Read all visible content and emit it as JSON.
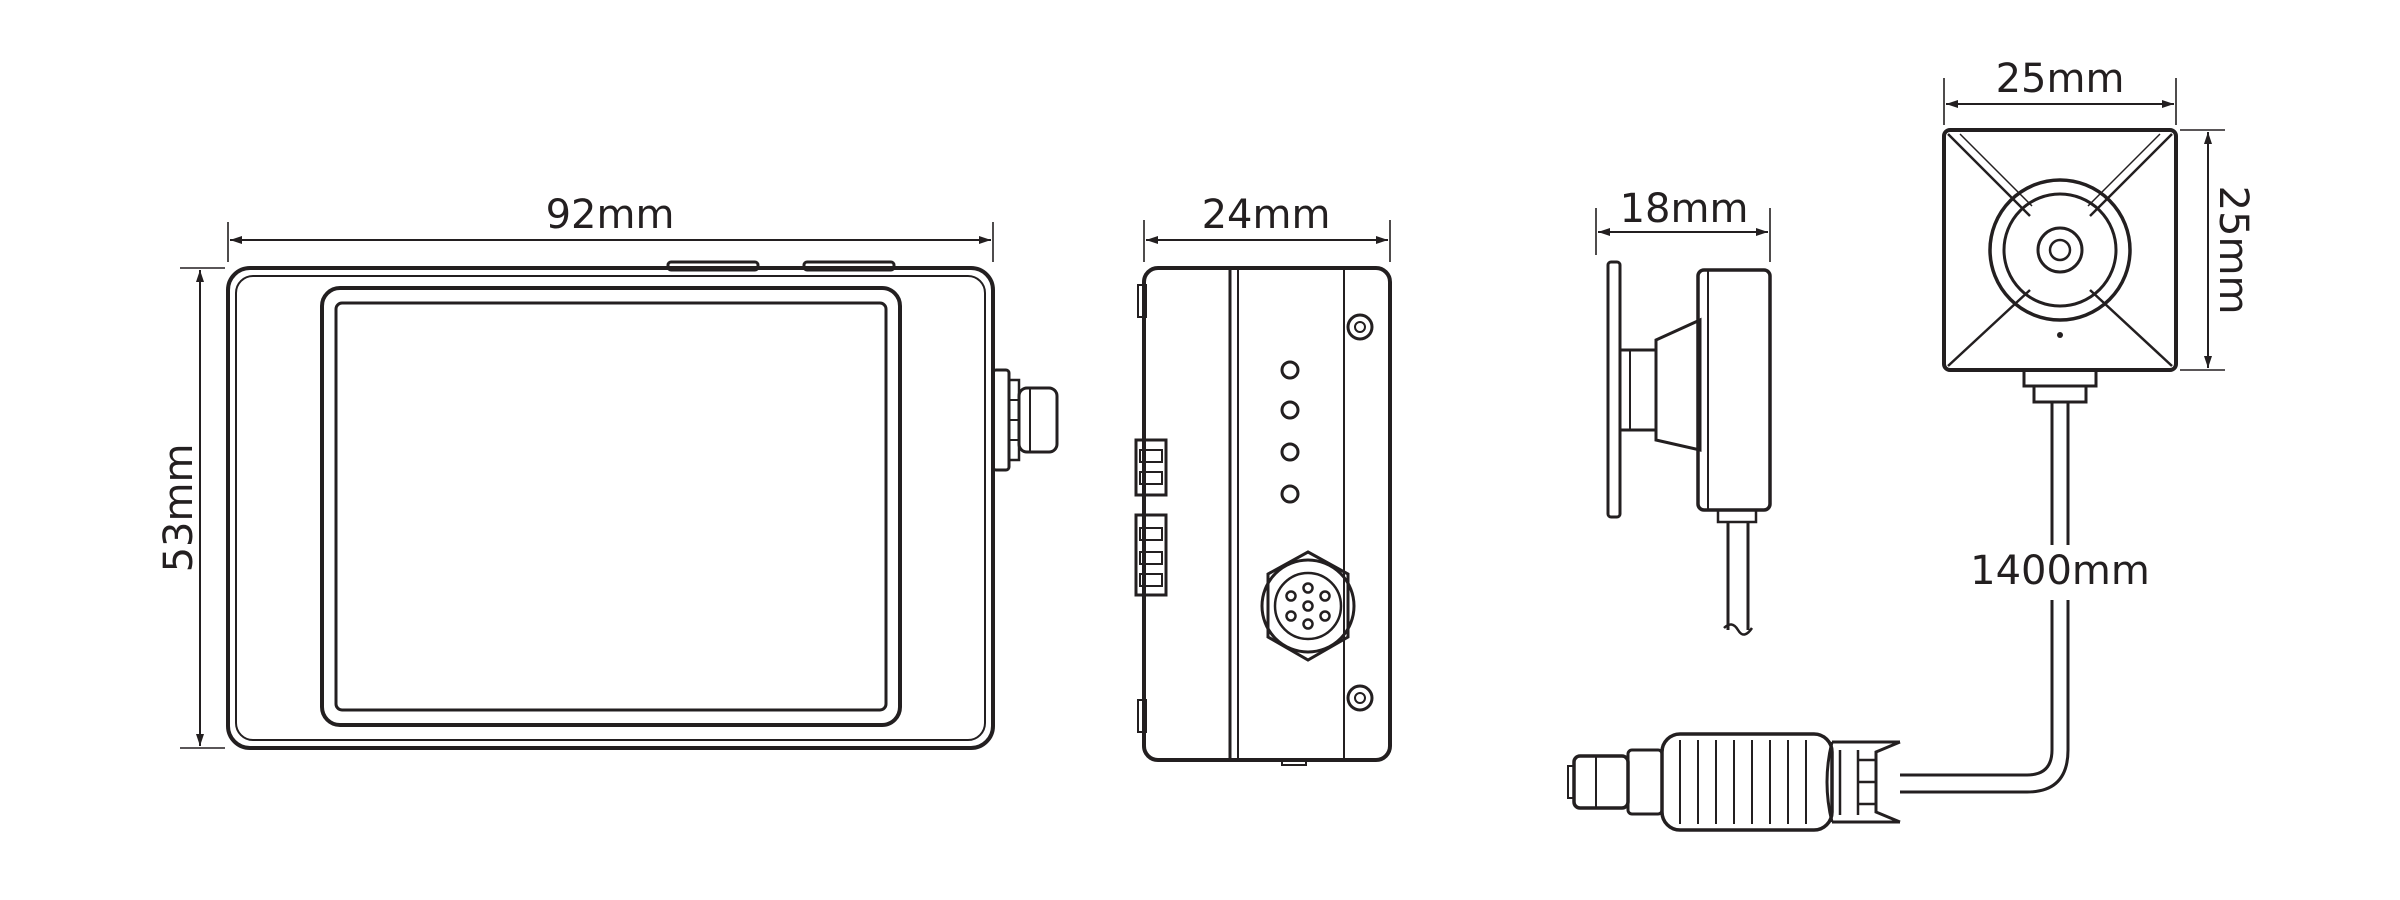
{
  "dimensions": {
    "monitor_width": "92mm",
    "monitor_height": "53mm",
    "monitor_depth": "24mm",
    "camera_side_depth": "18mm",
    "camera_front_width": "25mm",
    "camera_front_height": "25mm",
    "cable_length": "1400mm"
  },
  "colors": {
    "line": "#231f20",
    "background": "#ffffff"
  }
}
